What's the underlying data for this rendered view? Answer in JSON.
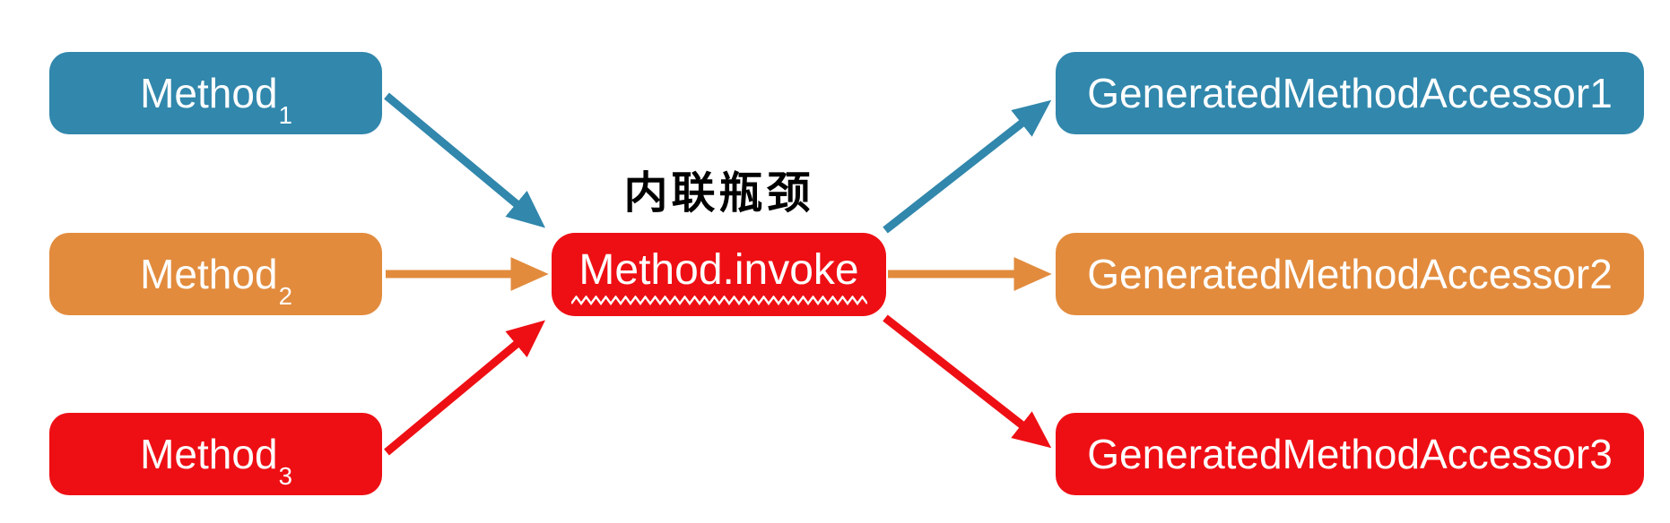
{
  "title": "内联瓶颈",
  "colors": {
    "blue": "#3187AC",
    "orange": "#E28B3D",
    "red": "#EE0F14",
    "node_text": "#FFFFFF",
    "title_text": "#000000",
    "background": "#FFFFFF"
  },
  "left_nodes": [
    {
      "label": "Method",
      "subscript": "1",
      "color": "blue"
    },
    {
      "label": "Method",
      "subscript": "2",
      "color": "orange"
    },
    {
      "label": "Method",
      "subscript": "3",
      "color": "red"
    }
  ],
  "center_node": {
    "label": "Method.invoke",
    "color": "red",
    "underline_style": "white-zigzag"
  },
  "right_nodes": [
    {
      "label": "GeneratedMethodAccessor1",
      "color": "blue"
    },
    {
      "label": "GeneratedMethodAccessor2",
      "color": "orange"
    },
    {
      "label": "GeneratedMethodAccessor3",
      "color": "red"
    }
  ],
  "connections": [
    {
      "from": "Method1",
      "to": "Method.invoke",
      "color": "blue"
    },
    {
      "from": "Method2",
      "to": "Method.invoke",
      "color": "orange"
    },
    {
      "from": "Method3",
      "to": "Method.invoke",
      "color": "red"
    },
    {
      "from": "Method.invoke",
      "to": "GeneratedMethodAccessor1",
      "color": "blue"
    },
    {
      "from": "Method.invoke",
      "to": "GeneratedMethodAccessor2",
      "color": "orange"
    },
    {
      "from": "Method.invoke",
      "to": "GeneratedMethodAccessor3",
      "color": "red"
    }
  ]
}
